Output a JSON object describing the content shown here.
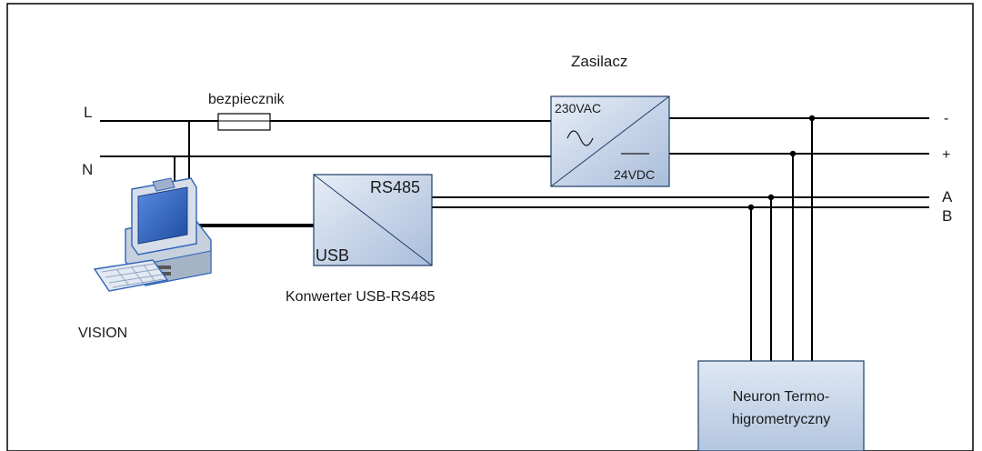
{
  "lines": {
    "L": "L",
    "N": "N",
    "minus": "-",
    "plus": "+",
    "A": "A",
    "B": "B"
  },
  "fuse": {
    "label": "bezpiecznik"
  },
  "power_supply": {
    "title": "Zasilacz",
    "input": "230VAC",
    "output": "24VDC"
  },
  "converter": {
    "caption": "Konwerter USB-RS485",
    "rs485": "RS485",
    "usb": "USB"
  },
  "computer": {
    "label": "VISION"
  },
  "sensor": {
    "line1": "Neuron Termo-",
    "line2": "higrometryczny"
  },
  "colors": {
    "box_fill_light": "#dbe5f1",
    "box_fill_dark": "#a8bcd9",
    "box_border": "#1f3c68",
    "wire": "#000000",
    "monitor_blue": "#2f63b8"
  },
  "icons": {
    "computer": "desktop-computer-icon",
    "ac": "ac-sine-icon",
    "dc": "dc-line-icon"
  }
}
